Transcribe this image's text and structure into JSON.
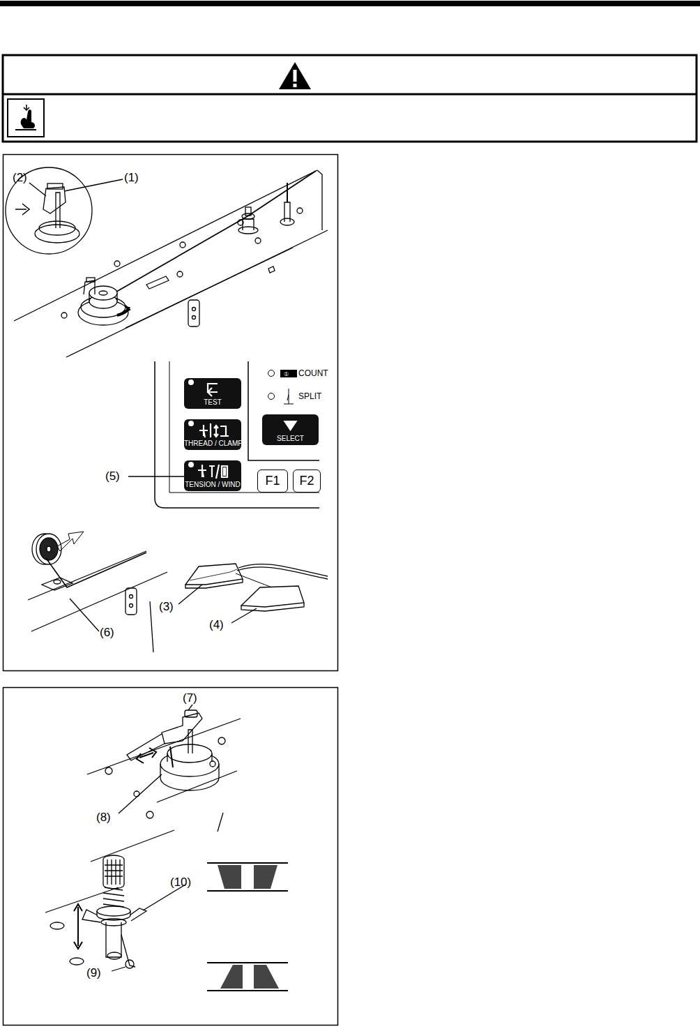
{
  "diagram": {
    "nodes": [
      {
        "text": [
          "TEST"
        ]
      },
      {
        "text": [
          "THREAD / CLAMP"
        ]
      },
      {
        "text": [
          "TENSION / WIND"
        ]
      },
      {
        "text": [
          "SELECT"
        ]
      },
      {
        "text": [
          "F1"
        ]
      },
      {
        "text": [
          "F2"
        ]
      }
    ],
    "labels": [
      "(2)",
      "(1)",
      "COUNT",
      "SPLIT",
      "(5)",
      "(6)",
      "(3)",
      "(4)",
      "(7)",
      "(8)",
      "(10)",
      "(9)"
    ]
  }
}
